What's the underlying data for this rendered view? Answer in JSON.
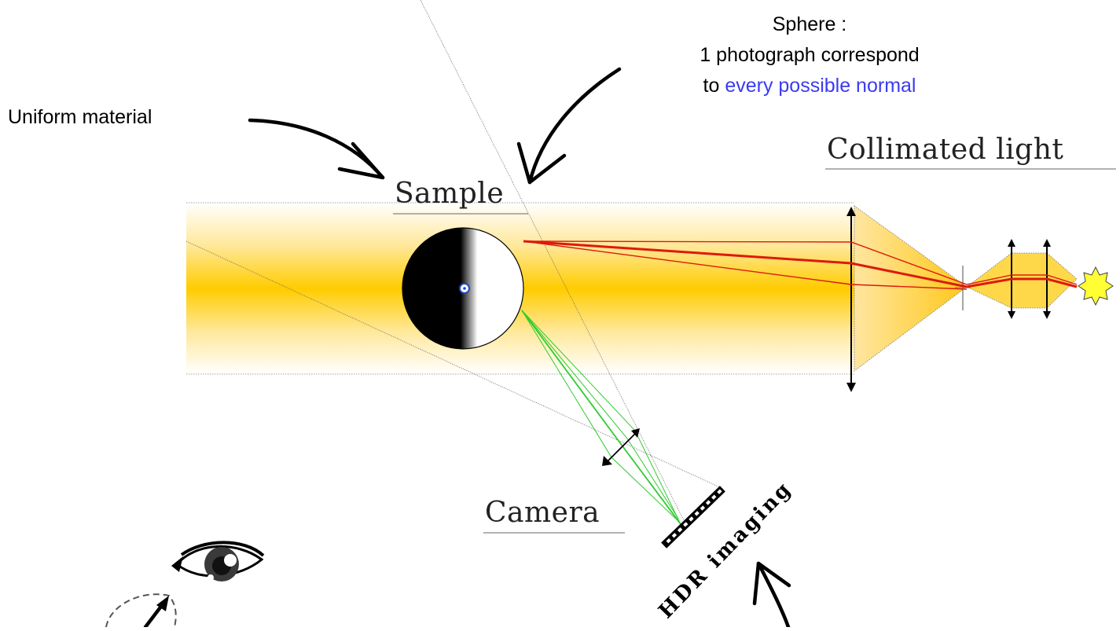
{
  "labels": {
    "uniform_material": "Uniform material",
    "sphere_line1": "Sphere :",
    "sphere_line2": "1 photograph correspond",
    "sphere_line3_prefix": "to ",
    "sphere_line3_highlight": "every possible normal",
    "collimated_light": "Collimated light",
    "sample": "Sample",
    "camera": "Camera",
    "hdr_imaging": "HDR imaging"
  },
  "colors": {
    "beam": "#ffd21c",
    "highlight_text": "#3b3bf0",
    "red_ray": "#dd1a0c",
    "green_ray": "#2fcc2f",
    "light_source": "#ffff33"
  }
}
